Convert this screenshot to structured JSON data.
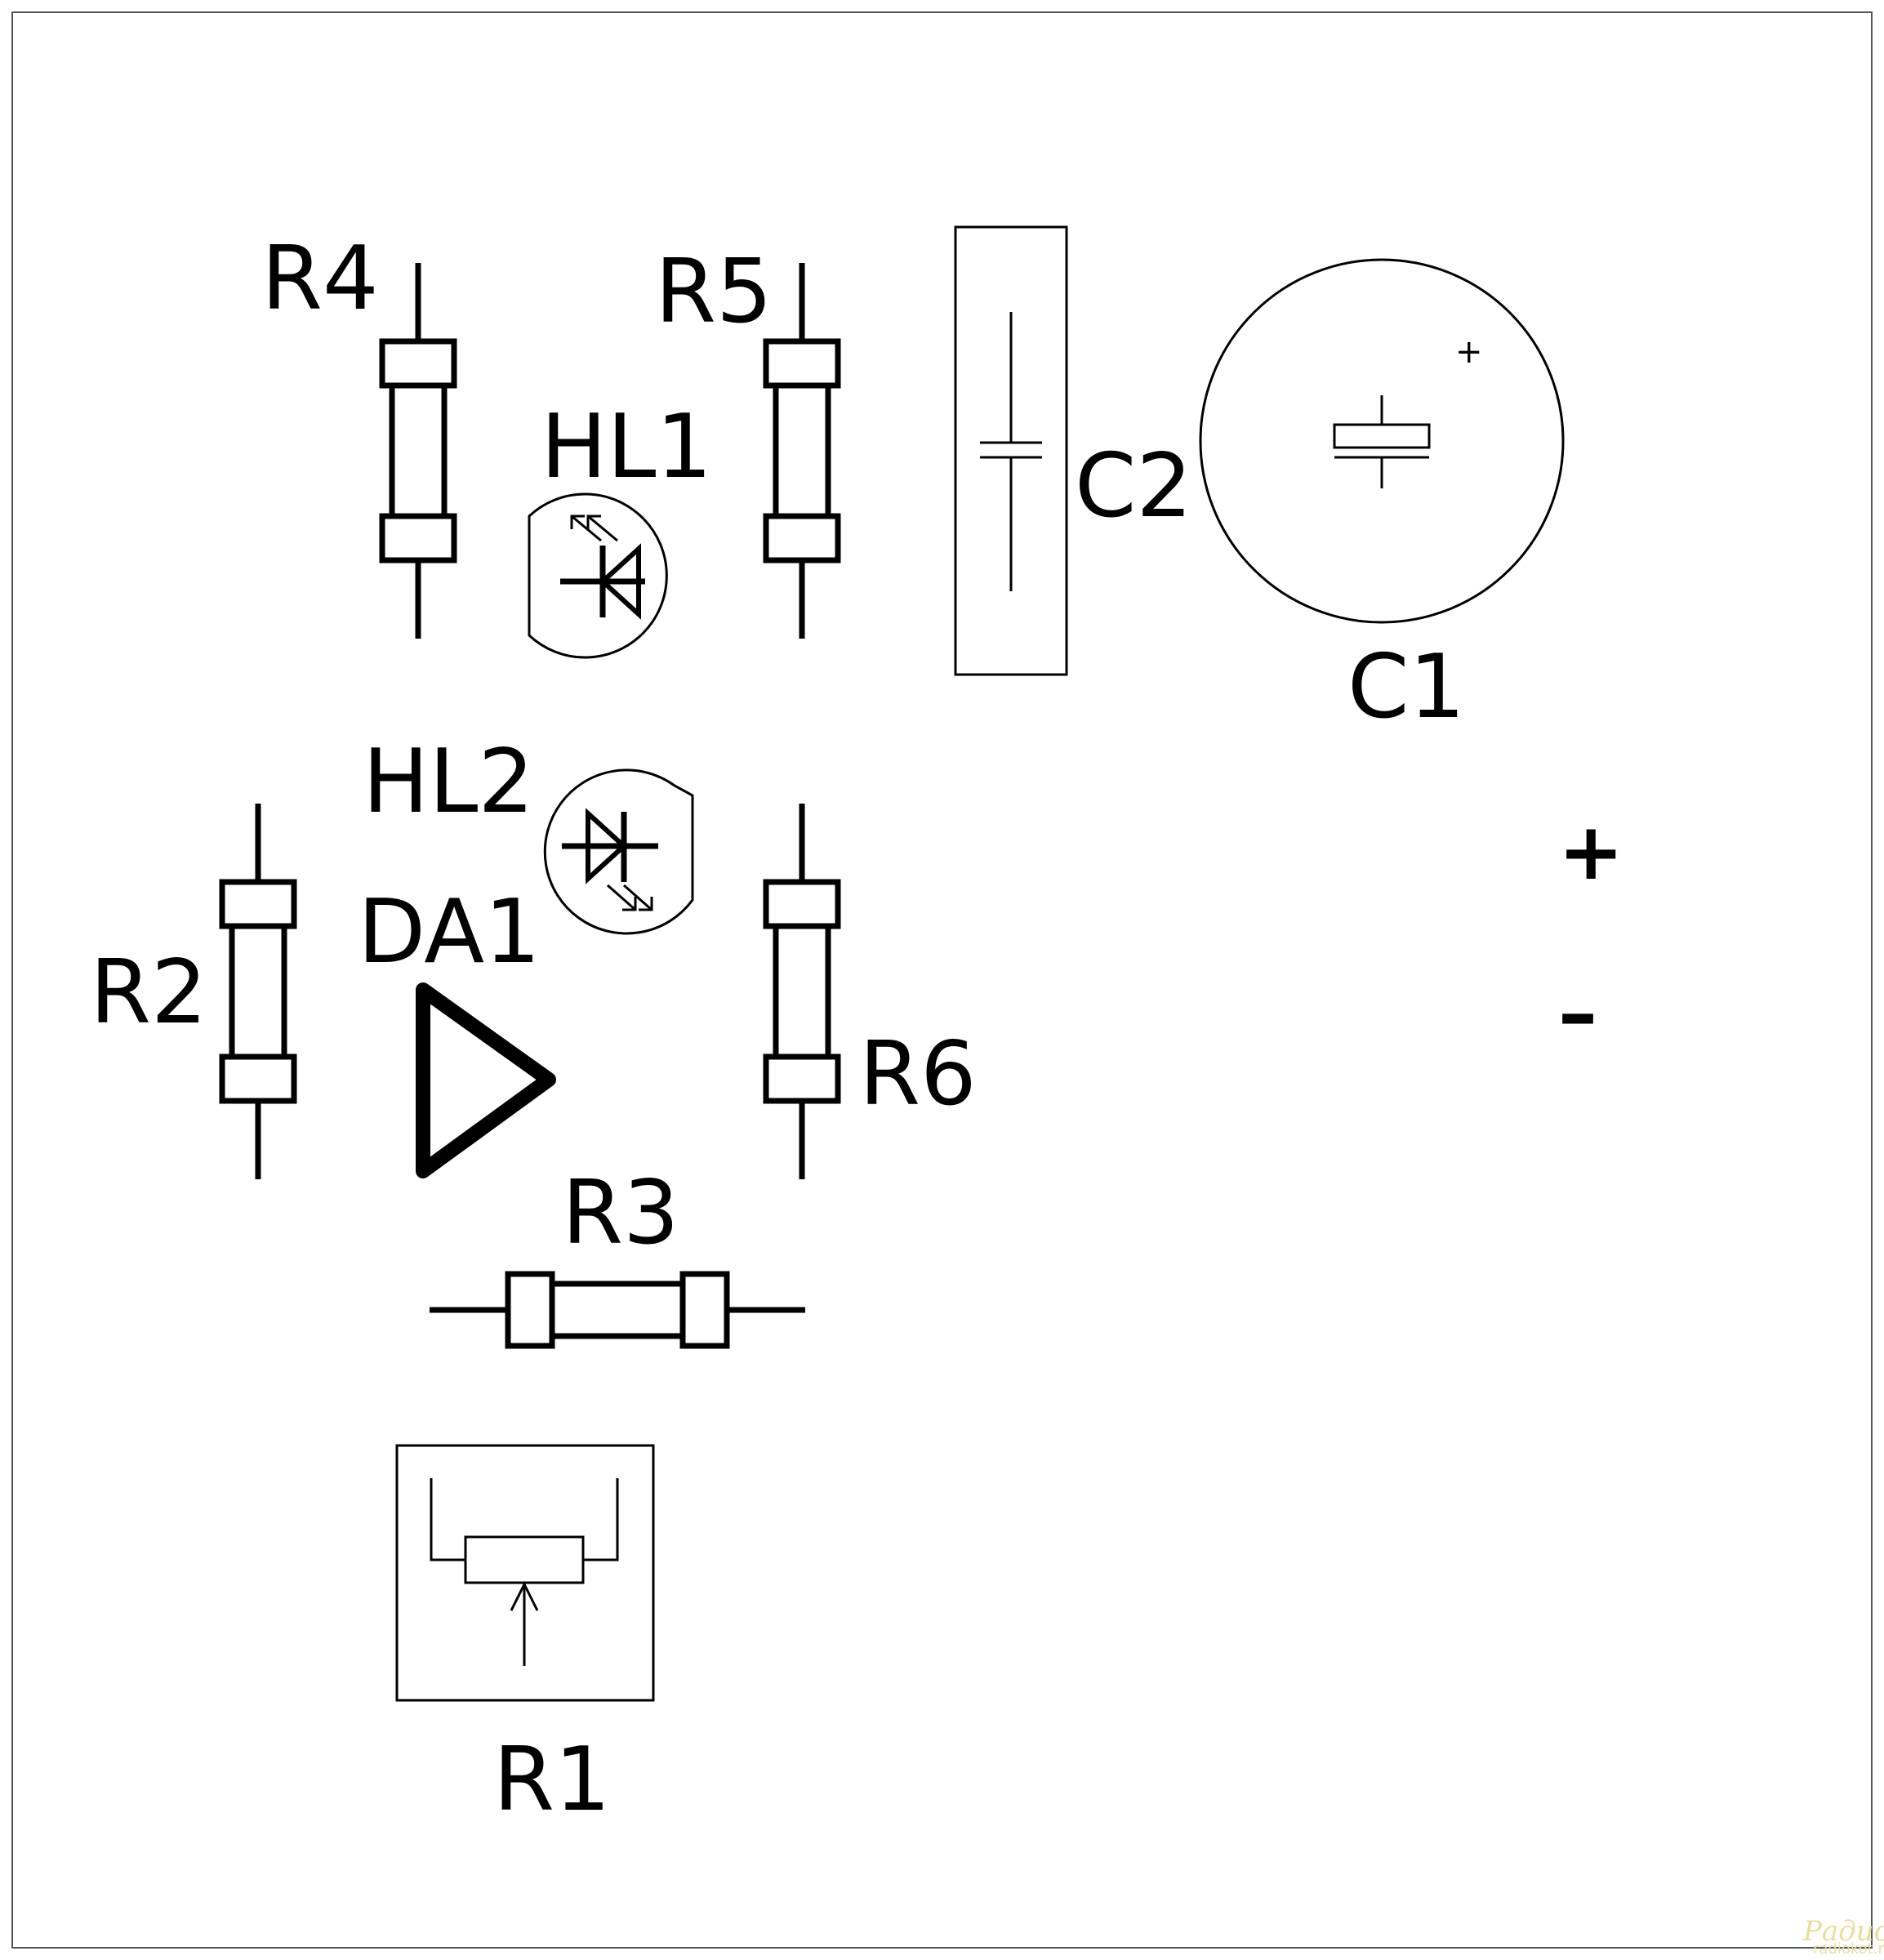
{
  "components": {
    "R1": "R1",
    "R2": "R2",
    "R3": "R3",
    "R4": "R4",
    "R5": "R5",
    "R6": "R6",
    "C1": "C1",
    "C2": "C2",
    "HL1": "HL1",
    "HL2": "HL2",
    "DA1": "DA1"
  },
  "power": {
    "plus": "+",
    "minus": "–"
  },
  "c1_polarity": "+",
  "watermark": {
    "brand": "Радио КОТ",
    "site": "radiokot.ru"
  },
  "colors": {
    "ink": "#000000",
    "background": "#ffffff",
    "watermark": "#e8df9a"
  }
}
